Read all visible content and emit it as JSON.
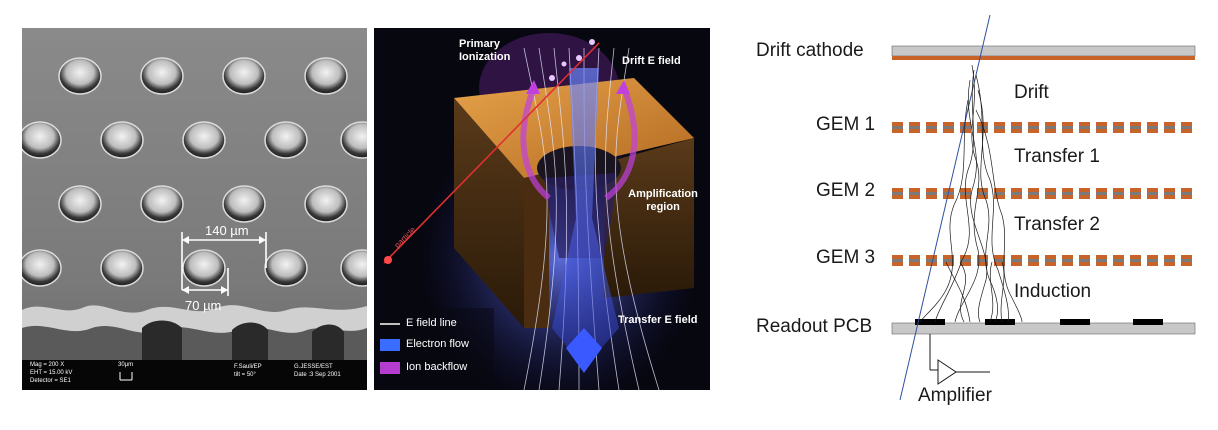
{
  "sem_micrograph": {
    "pitch_label": "140 µm",
    "hole_label": "70 µm",
    "footer": {
      "mag": "Mag = 200 X",
      "eht": "EHT = 15.00 kV",
      "detector": "Detector = SE1",
      "scale": "30µm",
      "operator": "F.Sauli/EP",
      "tilt": "tilt = 50°",
      "org": "G.JESSE/EST",
      "date": "Date :3 Sep 2001"
    }
  },
  "gem_cutaway": {
    "labels": {
      "primary_ionization": "Primary Ionization",
      "drift_field": "Drift E field",
      "amplification": "Amplification region",
      "transfer_field": "Transfer E field",
      "particle": "particle"
    },
    "legend": [
      {
        "label": "E field line",
        "color": "#ffffff"
      },
      {
        "label": "Electron flow",
        "color": "#3a6cff"
      },
      {
        "label": "Ion backflow",
        "color": "#b43ccf"
      }
    ]
  },
  "triple_gem": {
    "drift_cathode": "Drift cathode",
    "gems": [
      "GEM 1",
      "GEM 2",
      "GEM 3"
    ],
    "gaps": [
      "Drift",
      "Transfer 1",
      "Transfer 2",
      "Induction"
    ],
    "readout": "Readout PCB",
    "amplifier": "Amplifier",
    "colors": {
      "electrode": "#c8c8c8",
      "copper": "#c8642a",
      "pad": "#000000"
    }
  }
}
